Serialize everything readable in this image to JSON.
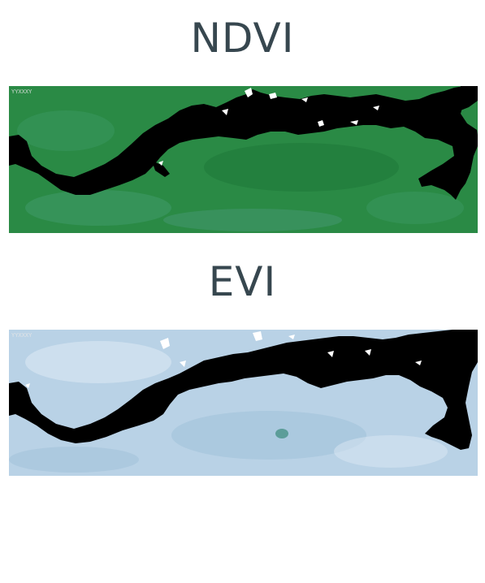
{
  "panels": [
    {
      "title": "NDVI",
      "stamp": "YYXXXY",
      "colors": {
        "land": "#2a8a45",
        "land_dark": "#1f7a3a",
        "land_light": "#3f9a6a",
        "water": "#000000",
        "cloud": "#ffffff"
      }
    },
    {
      "title": "EVI",
      "stamp": "YYXXXY",
      "colors": {
        "land": "#b9d2e6",
        "land_dark": "#9dbfd8",
        "land_light": "#dbe8f3",
        "water": "#000000",
        "cloud": "#ffffff"
      }
    }
  ]
}
